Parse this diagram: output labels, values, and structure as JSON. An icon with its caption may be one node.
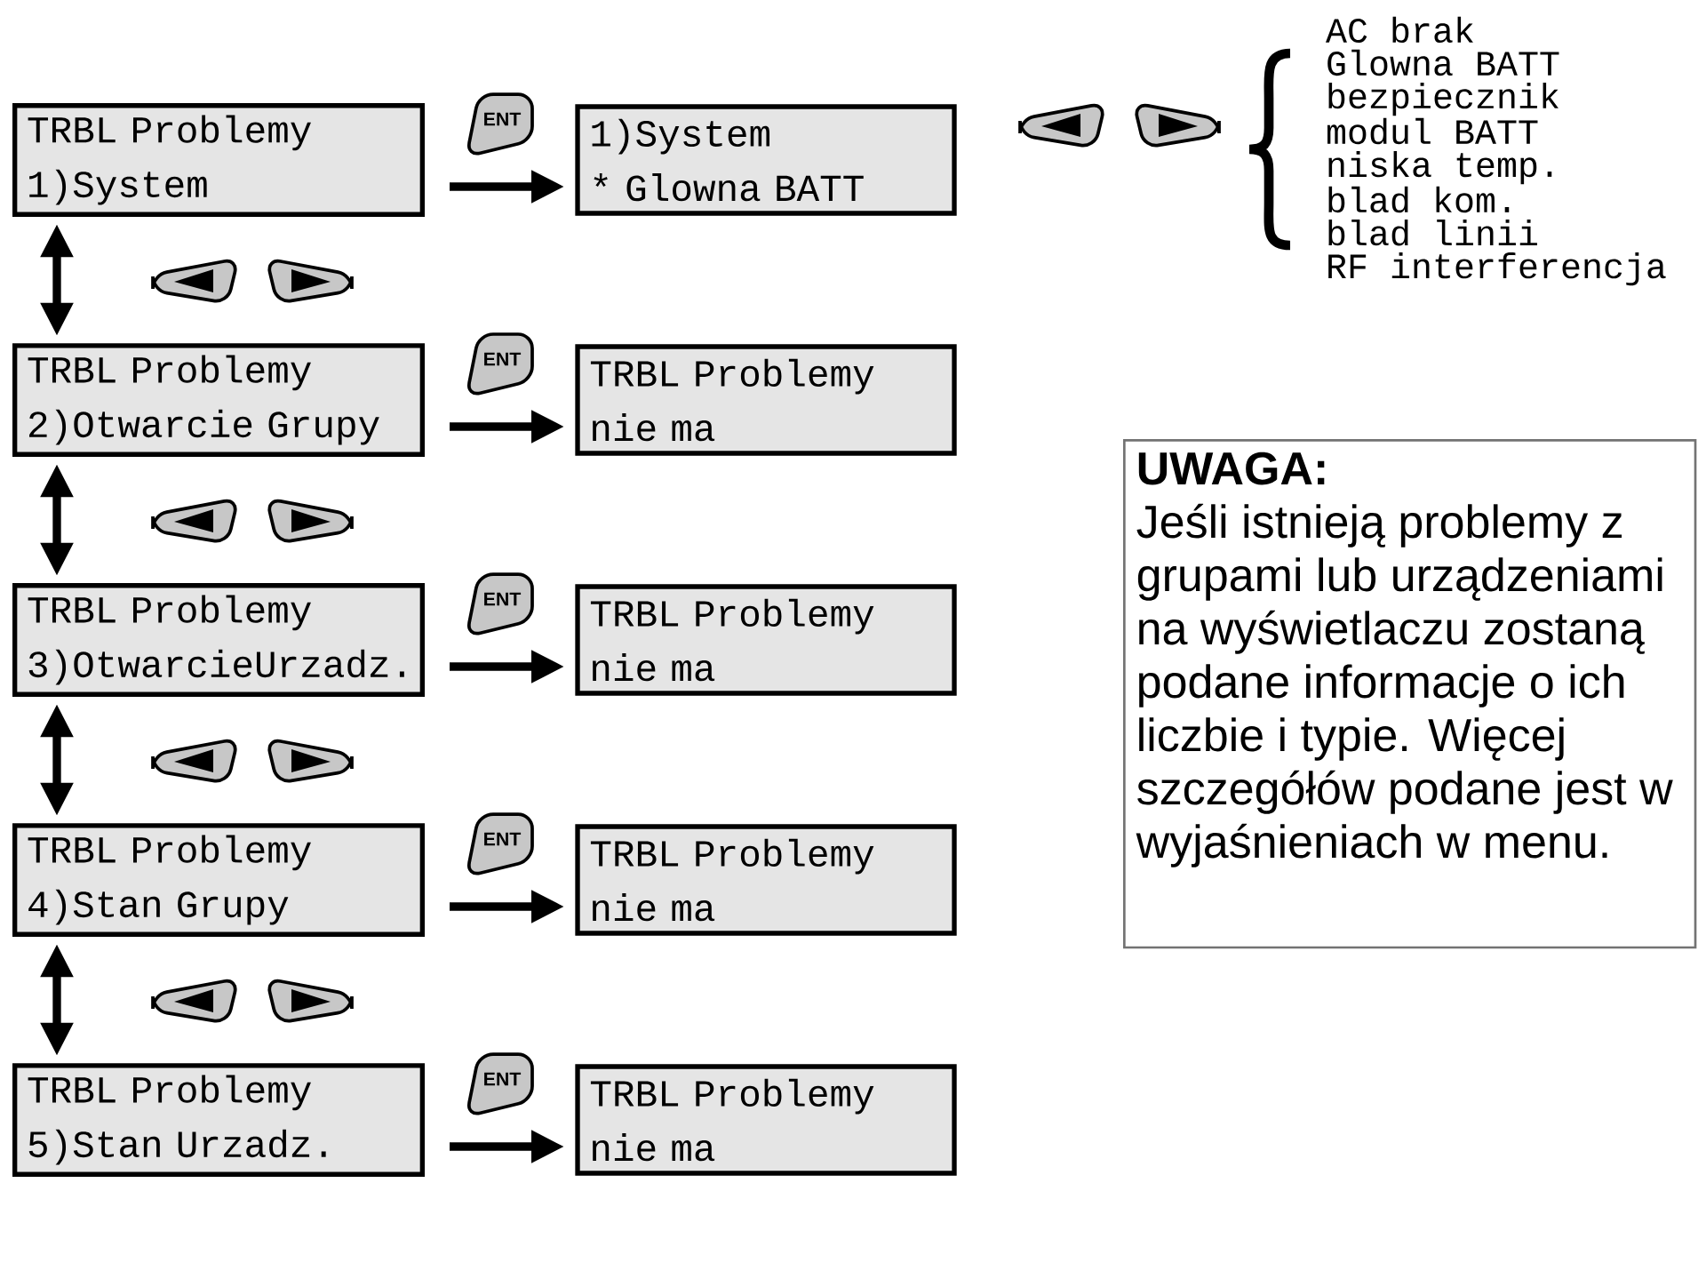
{
  "diagram": {
    "nodes": [
      {
        "text": [
          "TRBL Problemy",
          "1)System"
        ]
      },
      {
        "text": [
          "1)System",
          "* Glowna BATT"
        ]
      },
      {
        "text": [
          "TRBL Problemy",
          "2)Otwarcie Grupy"
        ]
      },
      {
        "text": [
          "TRBL Problemy",
          "nie ma"
        ]
      },
      {
        "text": [
          "TRBL Problemy",
          "3)OtwarcieUrzadz."
        ]
      },
      {
        "text": [
          "TRBL Problemy",
          "nie ma"
        ]
      },
      {
        "text": [
          "TRBL Problemy",
          "4)Stan Grupy"
        ]
      },
      {
        "text": [
          "TRBL Problemy",
          "nie ma"
        ]
      },
      {
        "text": [
          "TRBL Problemy",
          "5)Stan Urzadz."
        ]
      },
      {
        "text": [
          "TRBL Problemy",
          "nie ma"
        ]
      },
      {
        "text": [
          "AC brak",
          "Glowna BATT",
          "bezpiecznik",
          "modul BATT",
          "niska temp.",
          "blad kom.",
          "blad linii",
          "RF interferencja"
        ]
      },
      {
        "text": [
          "UWAGA:",
          "Jeśli istnieją problemy z grupami lub urządzeniami na wyświetlaczu zostaną podane informacje o ich liczbie i typie. Więcej szczegółów podane jest w wyjaśnieniach w menu."
        ]
      }
    ],
    "edges": [
      {
        "from": 0,
        "to": 1,
        "arrow": "to",
        "label": "ENT"
      },
      {
        "from": 2,
        "to": 3,
        "arrow": "to",
        "label": "ENT"
      },
      {
        "from": 4,
        "to": 5,
        "arrow": "to",
        "label": "ENT"
      },
      {
        "from": 6,
        "to": 7,
        "arrow": "to",
        "label": "ENT"
      },
      {
        "from": 8,
        "to": 9,
        "arrow": "to",
        "label": "ENT"
      },
      {
        "from": 0,
        "to": 2,
        "arrow": "both"
      },
      {
        "from": 2,
        "to": 4,
        "arrow": "both"
      },
      {
        "from": 4,
        "to": 6,
        "arrow": "both"
      },
      {
        "from": 6,
        "to": 8,
        "arrow": "both"
      }
    ]
  }
}
